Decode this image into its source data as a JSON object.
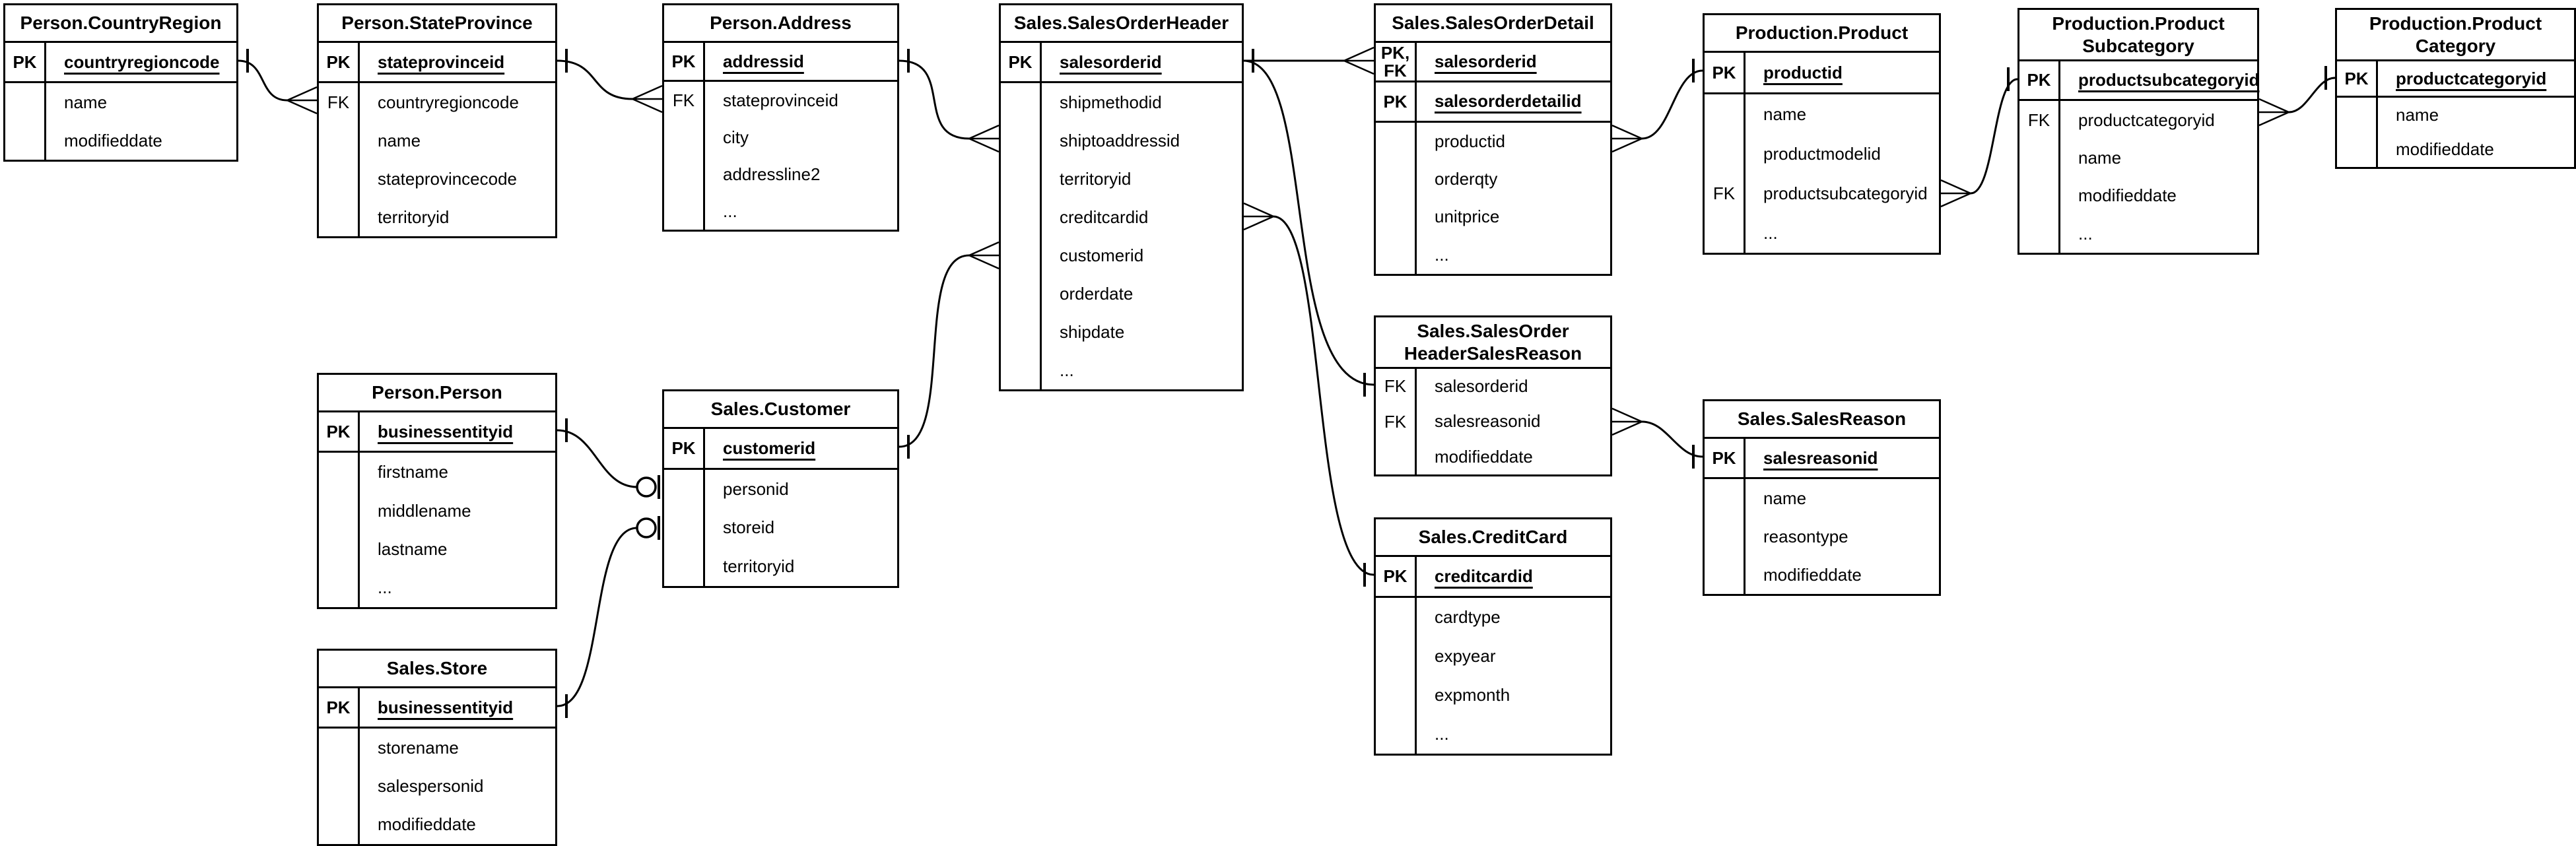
{
  "diagram": {
    "title": "AdventureWorks sales entity-relationship diagram",
    "colors": {
      "line": "#000000",
      "background": "#ffffff",
      "text": "#000000"
    },
    "entities": [
      {
        "id": "country_region",
        "title_lines": [
          "Person.CountryRegion"
        ],
        "sections": [
          [
            {
              "key_lines": [
                "PK"
              ],
              "key_bold": true,
              "name": "countryregioncode",
              "pk": true
            }
          ],
          [
            {
              "name": "name"
            },
            {
              "name": "modifieddate"
            }
          ]
        ]
      },
      {
        "id": "state_province",
        "title_lines": [
          "Person.StateProvince"
        ],
        "sections": [
          [
            {
              "key_lines": [
                "PK"
              ],
              "key_bold": true,
              "name": "stateprovinceid",
              "pk": true
            }
          ],
          [
            {
              "key_lines": [
                "FK"
              ],
              "name": "countryregioncode"
            },
            {
              "name": "name"
            },
            {
              "name": "stateprovincecode"
            },
            {
              "name": "territoryid"
            }
          ]
        ]
      },
      {
        "id": "address",
        "title_lines": [
          "Person.Address"
        ],
        "sections": [
          [
            {
              "key_lines": [
                "PK"
              ],
              "key_bold": true,
              "name": "addressid",
              "pk": true
            }
          ],
          [
            {
              "key_lines": [
                "FK"
              ],
              "name": "stateprovinceid"
            },
            {
              "name": "city"
            },
            {
              "name": "addressline2"
            },
            {
              "name": "..."
            }
          ]
        ]
      },
      {
        "id": "sales_order_header",
        "title_lines": [
          "Sales.SalesOrderHeader"
        ],
        "sections": [
          [
            {
              "key_lines": [
                "PK"
              ],
              "key_bold": true,
              "name": "salesorderid",
              "pk": true
            }
          ],
          [
            {
              "name": "shipmethodid"
            },
            {
              "name": "shiptoaddressid"
            },
            {
              "name": "territoryid"
            },
            {
              "name": "creditcardid"
            },
            {
              "name": "customerid"
            },
            {
              "name": "orderdate"
            },
            {
              "name": "shipdate"
            },
            {
              "name": "..."
            }
          ]
        ]
      },
      {
        "id": "sales_order_detail",
        "title_lines": [
          "Sales.SalesOrderDetail"
        ],
        "sections": [
          [
            {
              "key_lines": [
                "PK,",
                "FK"
              ],
              "key_bold": true,
              "name": "salesorderid",
              "pk": true
            }
          ],
          [
            {
              "key_lines": [
                "PK"
              ],
              "key_bold": true,
              "name": "salesorderdetailid",
              "pk": true
            }
          ],
          [
            {
              "name": "productid"
            },
            {
              "name": "orderqty"
            },
            {
              "name": "unitprice"
            },
            {
              "name": "..."
            }
          ]
        ]
      },
      {
        "id": "product",
        "title_lines": [
          "Production.Product"
        ],
        "sections": [
          [
            {
              "key_lines": [
                "PK"
              ],
              "key_bold": true,
              "name": "productid",
              "pk": true
            }
          ],
          [
            {
              "name": "name"
            },
            {
              "name": "productmodelid"
            },
            {
              "key_lines": [
                "FK"
              ],
              "name": "productsubcategoryid"
            },
            {
              "name": "..."
            }
          ]
        ]
      },
      {
        "id": "product_subcategory",
        "title_lines": [
          "Production.Product",
          "Subcategory"
        ],
        "sections": [
          [
            {
              "key_lines": [
                "PK"
              ],
              "key_bold": true,
              "name": "productsubcategoryid",
              "pk": true
            }
          ],
          [
            {
              "key_lines": [
                "FK"
              ],
              "name": "productcategoryid"
            },
            {
              "name": "name"
            },
            {
              "name": "modifieddate"
            },
            {
              "name": "..."
            }
          ]
        ]
      },
      {
        "id": "product_category",
        "title_lines": [
          "Production.Product",
          "Category"
        ],
        "sections": [
          [
            {
              "key_lines": [
                "PK"
              ],
              "key_bold": true,
              "name": "productcategoryid",
              "pk": true
            }
          ],
          [
            {
              "name": "name"
            },
            {
              "name": "modifieddate"
            }
          ]
        ]
      },
      {
        "id": "person",
        "title_lines": [
          "Person.Person"
        ],
        "sections": [
          [
            {
              "key_lines": [
                "PK"
              ],
              "key_bold": true,
              "name": "businessentityid",
              "pk": true
            }
          ],
          [
            {
              "name": "firstname"
            },
            {
              "name": "middlename"
            },
            {
              "name": "lastname"
            },
            {
              "name": "..."
            }
          ]
        ]
      },
      {
        "id": "customer",
        "title_lines": [
          "Sales.Customer"
        ],
        "sections": [
          [
            {
              "key_lines": [
                "PK"
              ],
              "key_bold": true,
              "name": "customerid",
              "pk": true
            }
          ],
          [
            {
              "name": "personid"
            },
            {
              "name": "storeid"
            },
            {
              "name": "territoryid"
            }
          ]
        ]
      },
      {
        "id": "store",
        "title_lines": [
          "Sales.Store"
        ],
        "sections": [
          [
            {
              "key_lines": [
                "PK"
              ],
              "key_bold": true,
              "name": "businessentityid",
              "pk": true
            }
          ],
          [
            {
              "name": "storename"
            },
            {
              "name": "salespersonid"
            },
            {
              "name": "modifieddate"
            }
          ]
        ]
      },
      {
        "id": "header_sales_reason",
        "title_lines": [
          "Sales.SalesOrder",
          "HeaderSalesReason"
        ],
        "sections": [
          [
            {
              "key_lines": [
                "FK"
              ],
              "name": "salesorderid"
            },
            {
              "key_lines": [
                "FK"
              ],
              "name": "salesreasonid"
            },
            {
              "name": "modifieddate"
            }
          ]
        ]
      },
      {
        "id": "sales_reason",
        "title_lines": [
          "Sales.SalesReason"
        ],
        "sections": [
          [
            {
              "key_lines": [
                "PK"
              ],
              "key_bold": true,
              "name": "salesreasonid",
              "pk": true
            }
          ],
          [
            {
              "name": "name"
            },
            {
              "name": "reasontype"
            },
            {
              "name": "modifieddate"
            }
          ]
        ]
      },
      {
        "id": "credit_card",
        "title_lines": [
          "Sales.CreditCard"
        ],
        "sections": [
          [
            {
              "key_lines": [
                "PK"
              ],
              "key_bold": true,
              "name": "creditcardid",
              "pk": true
            }
          ],
          [
            {
              "name": "cardtype"
            },
            {
              "name": "expyear"
            },
            {
              "name": "expmonth"
            },
            {
              "name": "..."
            }
          ]
        ]
      }
    ],
    "relationships": [
      {
        "from": "Person.CountryRegion",
        "from_column": "countryregioncode",
        "from_cardinality": "one",
        "to": "Person.StateProvince",
        "to_column": "countryregioncode",
        "to_cardinality": "many"
      },
      {
        "from": "Person.StateProvince",
        "from_column": "stateprovinceid",
        "from_cardinality": "one",
        "to": "Person.Address",
        "to_column": "stateprovinceid",
        "to_cardinality": "many"
      },
      {
        "from": "Person.Address",
        "from_column": "addressid",
        "from_cardinality": "one",
        "to": "Sales.SalesOrderHeader",
        "to_column": "shiptoaddressid",
        "to_cardinality": "many"
      },
      {
        "from": "Sales.Customer",
        "from_column": "customerid",
        "from_cardinality": "one",
        "to": "Sales.SalesOrderHeader",
        "to_column": "customerid",
        "to_cardinality": "many"
      },
      {
        "from": "Person.Person",
        "from_column": "businessentityid",
        "from_cardinality": "one",
        "to": "Sales.Customer",
        "to_column": "personid",
        "to_cardinality": "zero-or-one"
      },
      {
        "from": "Sales.Store",
        "from_column": "businessentityid",
        "from_cardinality": "one",
        "to": "Sales.Customer",
        "to_column": "storeid",
        "to_cardinality": "zero-or-one"
      },
      {
        "from": "Sales.SalesOrderHeader",
        "from_column": "salesorderid",
        "from_cardinality": "one",
        "to": "Sales.SalesOrderDetail",
        "to_column": "salesorderid",
        "to_cardinality": "many"
      },
      {
        "from": "Sales.SalesOrderHeader",
        "from_column": "salesorderid",
        "from_cardinality": "one",
        "to": "Sales.SalesOrderHeaderSalesReason",
        "to_column": "salesorderid",
        "to_cardinality": "one"
      },
      {
        "from": "Sales.CreditCard",
        "from_column": "creditcardid",
        "from_cardinality": "one",
        "to": "Sales.SalesOrderHeader",
        "to_column": "creditcardid",
        "to_cardinality": "many"
      },
      {
        "from": "Production.Product",
        "from_column": "productid",
        "from_cardinality": "one",
        "to": "Sales.SalesOrderDetail",
        "to_column": "productid",
        "to_cardinality": "many"
      },
      {
        "from": "Production.ProductSubcategory",
        "from_column": "productsubcategoryid",
        "from_cardinality": "one",
        "to": "Production.Product",
        "to_column": "productsubcategoryid",
        "to_cardinality": "many"
      },
      {
        "from": "Production.ProductCategory",
        "from_column": "productcategoryid",
        "from_cardinality": "one",
        "to": "Production.ProductSubcategory",
        "to_column": "productcategoryid",
        "to_cardinality": "many"
      },
      {
        "from": "Sales.SalesReason",
        "from_column": "salesreasonid",
        "from_cardinality": "one",
        "to": "Sales.SalesOrderHeaderSalesReason",
        "to_column": "salesreasonid",
        "to_cardinality": "many"
      }
    ]
  }
}
